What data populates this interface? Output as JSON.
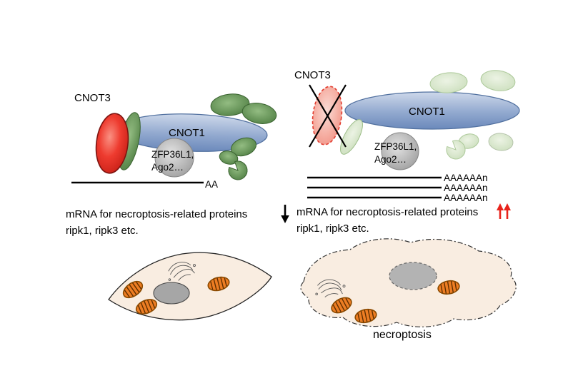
{
  "figure": {
    "left": {
      "cnot3": "CNOT3",
      "cnot1": "CNOT1",
      "zfp_line1": "ZFP36L1,",
      "zfp_line2": "Ago2…",
      "poly_a": "AA",
      "caption1": "mRNA for necroptosis-related proteins",
      "caption2": "ripk1, ripk3 etc."
    },
    "right": {
      "cnot3": "CNOT3",
      "cnot1": "CNOT1",
      "zfp_line1": "ZFP36L1,",
      "zfp_line2": "Ago2…",
      "poly_a": [
        "AAAAAAn",
        "AAAAAAn",
        "AAAAAAn"
      ],
      "caption1": "mRNA for necroptosis-related proteins",
      "caption2": "ripk1, ripk3 etc.",
      "cell_label": "necroptosis"
    },
    "colors": {
      "cnot1_blue": "#7f99c4",
      "cnot3_red": "#e8392b",
      "subunit_green": "#5c8a4d",
      "pale_green": "#d4e5c6",
      "zfp_gray": "#b5b5b5",
      "mitochondria_orange": "#ed7d23",
      "cell_fill": "#f9ede1",
      "up_arrow_red": "#e8241c",
      "down_arrow_black": "#000000"
    }
  }
}
